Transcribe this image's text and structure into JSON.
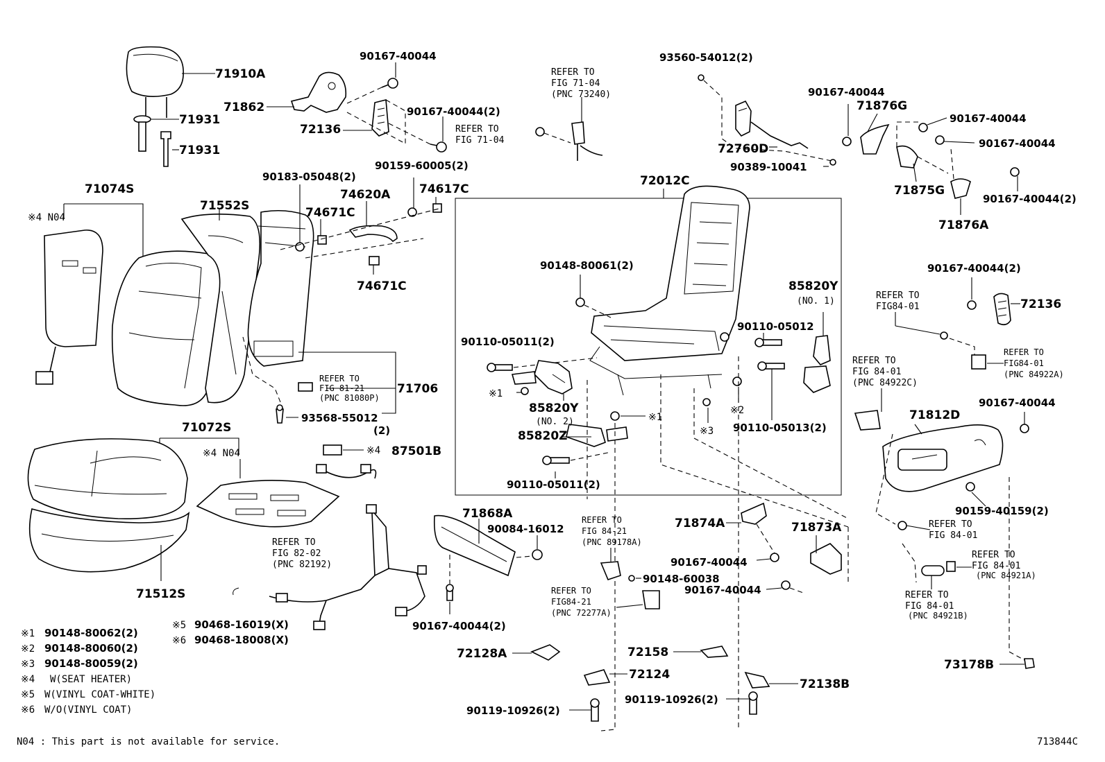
{
  "labels": {
    "p71910A": "71910A",
    "p71931a": "71931",
    "p71931b": "71931",
    "p71862": "71862",
    "p72136a": "72136",
    "p90167_top": "90167-40044",
    "p90167_2a": "90167-40044(2)",
    "p93560": "93560-54012(2)",
    "p90167_r1": "90167-40044",
    "p71876G": "71876G",
    "p90167_r2": "90167-40044",
    "p90167_r3": "90167-40044",
    "p72760D": "72760D",
    "p90389": "90389-10041",
    "p71875G": "71875G",
    "p90167_r4": "90167-40044(2)",
    "p71876A": "71876A",
    "p71074S": "71074S",
    "p90183": "90183-05048(2)",
    "p90159_60005": "90159-60005(2)",
    "p74620A": "74620A",
    "p74617C": "74617C",
    "p74671Ca": "74671C",
    "p74671Cb": "74671C",
    "p71552S": "71552S",
    "p72012C": "72012C",
    "p90148_80061": "90148-80061(2)",
    "p85820Y1": "85820Y",
    "p85820Y1_sub": "(NO. 1)",
    "p90110_05012": "90110-05012",
    "p90110_05011a": "90110-05011(2)",
    "p85820Y2": "85820Y",
    "p85820Y2_sub": "(NO. 2)",
    "p85820Z": "85820Z",
    "p90110_05011b": "90110-05011(2)",
    "p90110_05013": "90110-05013(2)",
    "p71706": "71706",
    "p93568": "93568-55012",
    "p93568_sub": "(2)",
    "p71072S": "71072S",
    "p87501B": "87501B",
    "p71512S": "71512S",
    "p90167_72136": "90167-40044(2)",
    "p72136b": "72136",
    "p71812D": "71812D",
    "p90167_71812": "90167-40044",
    "p90159_40159": "90159-40159(2)",
    "p71868A": "71868A",
    "p90084": "90084-16012",
    "p90167_71868": "90167-40044(2)",
    "p71874A": "71874A",
    "p71873A": "71873A",
    "p90167_71874": "90167-40044",
    "p90167_71873": "90167-40044",
    "p90148_60038": "90148-60038",
    "p72128A": "72128A",
    "p72158": "72158",
    "p72124": "72124",
    "p72138B": "72138B",
    "p90119a": "90119-10926(2)",
    "p90119b": "90119-10926(2)",
    "p73178B": "73178B",
    "p90468_16019": "90468-16019(X)",
    "p90468_18008": "90468-18008(X)",
    "x1a": "※1",
    "x1b": "※1",
    "x2": "※2",
    "x3": "※3",
    "x4a": "※4 N04",
    "x4b": "※4 N04",
    "x4c": "※4",
    "x5": "※5",
    "x6": "※6"
  },
  "refer": {
    "r7104a_l1": "REFER TO",
    "r7104a_l2": "FIG 71-04",
    "r7104a_l3": "(PNC 73240)",
    "r7104b_l1": "REFER TO",
    "r7104b_l2": "FIG 71-04",
    "r8121_l1": "REFER TO",
    "r8121_l2": "FIG 81-21",
    "r8121_l3": "(PNC 81080P)",
    "r8202_l1": "REFER TO",
    "r8202_l2": "FIG 82-02",
    "r8202_l3": "(PNC 82192)",
    "r8421a_l1": "REFER TO",
    "r8421a_l2": "FIG 84-21",
    "r8421a_l3": "(PNC 89178A)",
    "r8421b_l1": "REFER TO",
    "r8421b_l2": "FIG84-21",
    "r8421b_l3": "(PNC 72277A)",
    "r8401a_l1": "REFER TO",
    "r8401a_l2": "FIG84-01",
    "r8401b_l1": "REFER TO",
    "r8401b_l2": "FIG84-01",
    "r8401b_l3": "(PNC 84922A)",
    "r8401c_l1": "REFER TO",
    "r8401c_l2": "FIG 84-01",
    "r8401c_l3": "(PNC 84922C)",
    "r8401d_l1": "REFER TO",
    "r8401d_l2": "FIG 84-01",
    "r8401e_l1": "REFER TO",
    "r8401e_l2": "FIG 84-01",
    "r8401e_l3": "(PNC 84921A)",
    "r8401f_l1": "REFER TO",
    "r8401f_l2": "FIG 84-01",
    "r8401f_l3": "(PNC 84921B)"
  },
  "legend": [
    {
      "mark": "※1",
      "text": "90148-80062(2)"
    },
    {
      "mark": "※2",
      "text": "90148-80060(2)"
    },
    {
      "mark": "※3",
      "text": "90148-80059(2)"
    },
    {
      "mark": "※4",
      "text": "W(SEAT HEATER)"
    },
    {
      "mark": "※5",
      "text": "W(VINYL COAT-WHITE)"
    },
    {
      "mark": "※6",
      "text": "W/O(VINYL COAT)"
    }
  ],
  "footer": {
    "note": "N04 : This part is not available for service.",
    "figure_id": "713844C"
  }
}
